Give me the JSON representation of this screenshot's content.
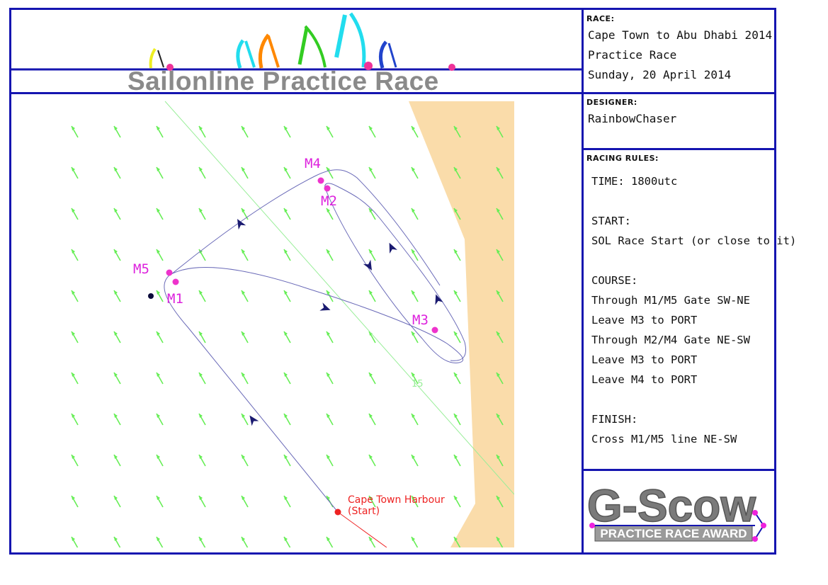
{
  "header": {
    "title": "Sailonline Practice Race"
  },
  "race_panel": {
    "label": "RACE:",
    "lines": [
      "Cape Town to Abu Dhabi 2014",
      "Practice Race",
      "Sunday, 20 April 2014"
    ]
  },
  "designer_panel": {
    "label": "DESIGNER:",
    "name": "RainbowChaser"
  },
  "rules_panel": {
    "label": "RACING RULES:",
    "time": "TIME: 1800utc",
    "start_heading": "START:",
    "start_text": "SOL Race Start (or close to it)",
    "course_heading": "COURSE:",
    "course_lines": [
      "Through M1/M5 Gate SW-NE",
      "Leave M3 to PORT",
      "Through M2/M4 Gate NE-SW",
      "Leave M3 to PORT",
      "Leave M4 to PORT"
    ],
    "finish_heading": "FINISH:",
    "finish_text": "Cross M1/M5 line NE-SW"
  },
  "award": {
    "title": "G-Scow",
    "subtitle": "PRACTICE RACE AWARD"
  },
  "map": {
    "marks": [
      {
        "label": "M1"
      },
      {
        "label": "M2"
      },
      {
        "label": "M3"
      },
      {
        "label": "M4"
      },
      {
        "label": "M5"
      }
    ],
    "start_label_1": "Cape Town Harbour",
    "start_label_2": "(Start)",
    "isobar_label": "15",
    "colors": {
      "land": "#fadcaa",
      "wind_arrow": "#66ee55",
      "course_line": "#6a6ab8",
      "mark": "#ee33cc",
      "mark_label": "#dd22dd",
      "start": "#ee2222",
      "border": "#1515b0"
    }
  }
}
